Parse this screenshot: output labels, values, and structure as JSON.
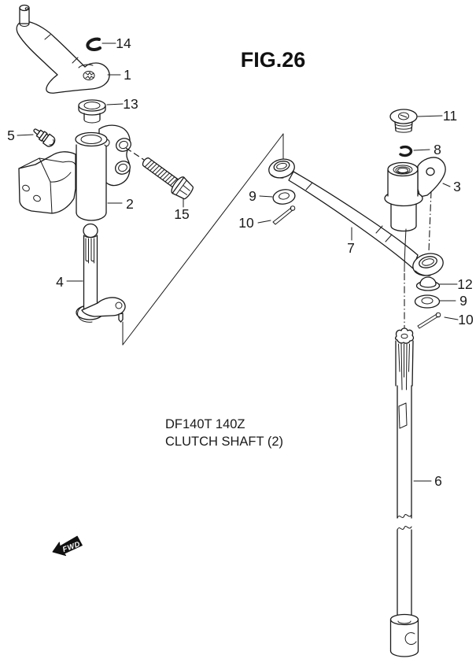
{
  "figure": {
    "title": "FIG.26",
    "model_code": "DF140T 140Z",
    "figure_name": "CLUTCH SHAFT (2)",
    "direction_label": "FWD"
  },
  "colors": {
    "line": "#1a1a1a",
    "paper": "#ffffff"
  },
  "callouts": {
    "n1": "1",
    "n2": "2",
    "n3": "3",
    "n4": "4",
    "n5": "5",
    "n6": "6",
    "n7": "7",
    "n8": "8",
    "n9_left": "9",
    "n9_right": "9",
    "n10_left": "10",
    "n10_right": "10",
    "n11": "11",
    "n12": "12",
    "n13": "13",
    "n14": "14",
    "n15": "15"
  }
}
